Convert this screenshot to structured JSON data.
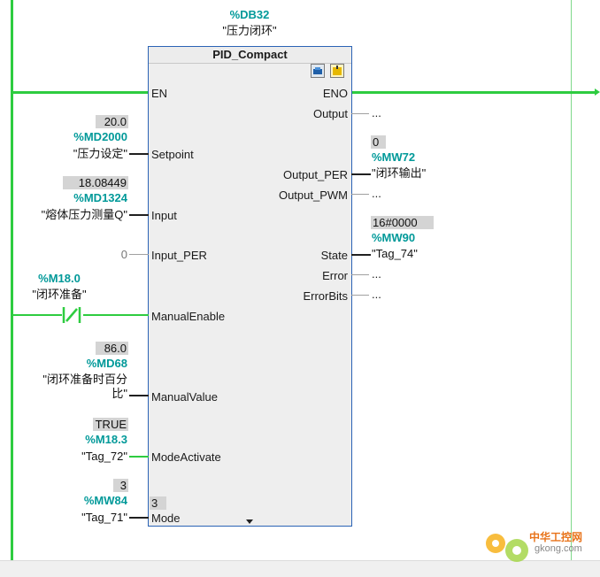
{
  "instance": {
    "db": "%DB32",
    "name": "\"压力闭环\""
  },
  "block": {
    "title": "PID_Compact"
  },
  "pins_in": {
    "en": "EN",
    "setpoint": "Setpoint",
    "input": "Input",
    "input_per": "Input_PER",
    "manual_enable": "ManualEnable",
    "manual_value": "ManualValue",
    "mode_activate": "ModeActivate",
    "mode": "Mode"
  },
  "pins_out": {
    "eno": "ENO",
    "output": "Output",
    "output_per": "Output_PER",
    "output_pwm": "Output_PWM",
    "state": "State",
    "error": "Error",
    "error_bits": "ErrorBits"
  },
  "params": {
    "setpoint": {
      "value": "20.0",
      "address": "%MD2000",
      "symbol": "\"压力设定\""
    },
    "input": {
      "value": "18.08449",
      "address": "%MD1324",
      "symbol": "\"熔体压力测量Q\""
    },
    "input_per": {
      "value": "0"
    },
    "manual_enable": {
      "address": "%M18.0",
      "symbol": "\"闭环准备\""
    },
    "manual_value": {
      "value": "86.0",
      "address": "%MD68",
      "symbol_line1": "\"闭环准备时百分",
      "symbol_line2": "比\""
    },
    "mode_activate": {
      "value": "TRUE",
      "address": "%M18.3",
      "symbol": "\"Tag_72\""
    },
    "mode": {
      "value": "3",
      "address": "%MW84",
      "symbol": "\"Tag_71\"",
      "inner_value": "3"
    },
    "output_per": {
      "value": "0",
      "address": "%MW72",
      "symbol": "\"闭环输出\""
    },
    "state": {
      "value": "16#0000",
      "address": "%MW90",
      "symbol": "\"Tag_74\""
    },
    "unconnected": "..."
  },
  "watermark": {
    "brand": "中华工控网",
    "site": "gkong.com"
  },
  "colors": {
    "accent_green": "#2ecc40",
    "address_teal": "#009999",
    "block_border": "#2b63b5"
  }
}
